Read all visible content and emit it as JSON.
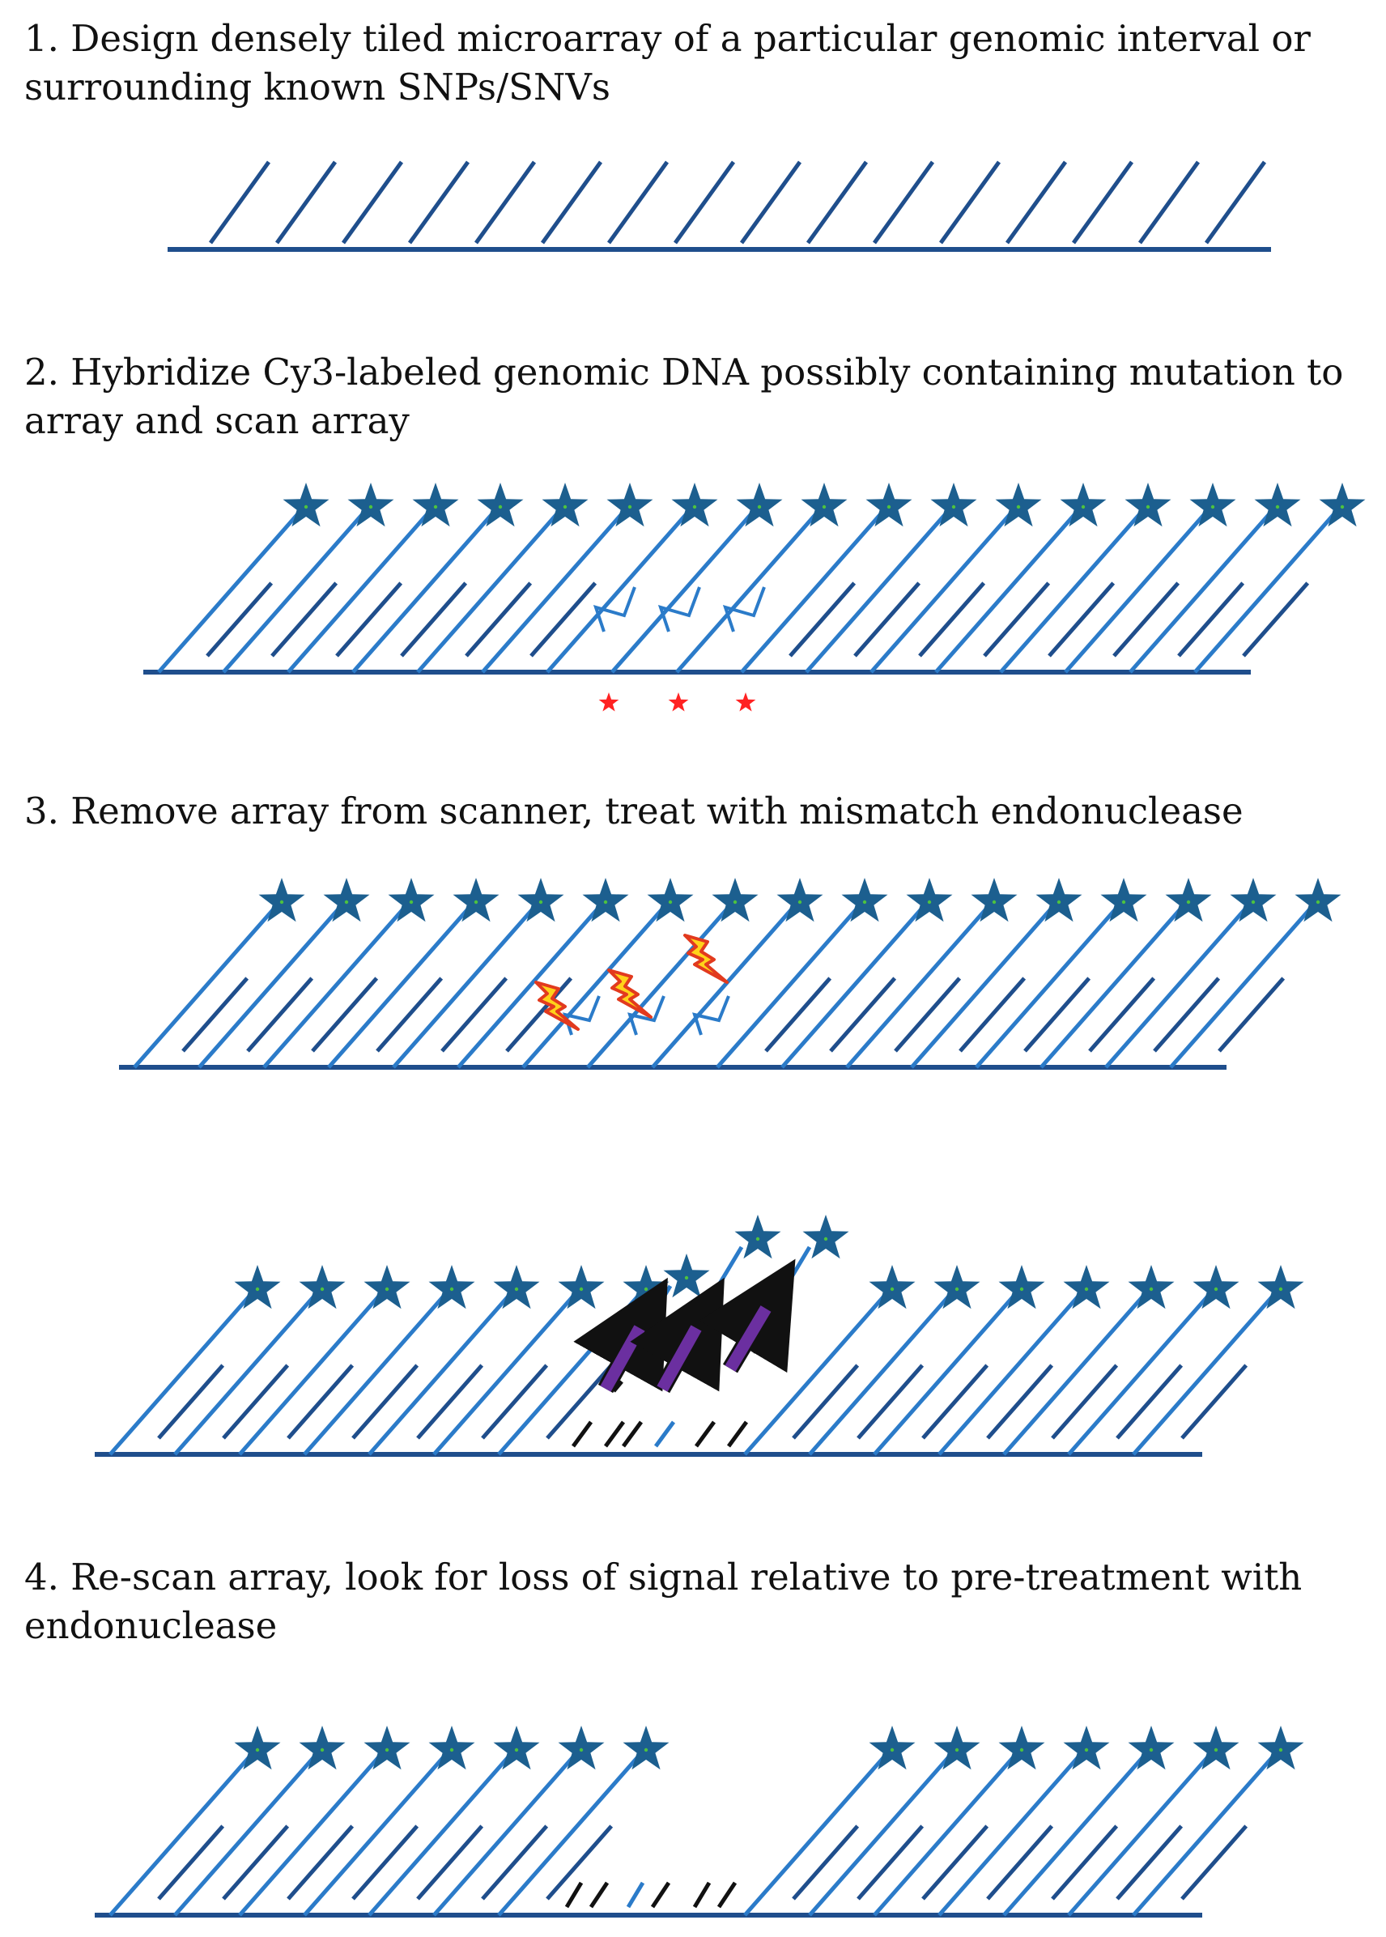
{
  "steps": [
    {
      "number": "1.",
      "text": "Design densely tiled microarray of a particular genomic interval or surrounding known SNPs/SNVs"
    },
    {
      "number": "2.",
      "text": "Hybridize Cy3-labeled genomic DNA possibly containing mutation to array and scan array"
    },
    {
      "number": "3.",
      "text": "Remove array from scanner, treat with mismatch endonuclease"
    },
    {
      "number": "4.",
      "text": "Re-scan array, look for loss of signal relative to pre-treatment with endonuclease"
    }
  ],
  "colors": {
    "probe": "#1f4e8c",
    "target_strand": "#2b7bc9",
    "label_star": "#1c5f8f",
    "label_star_dot": "#4ec23f",
    "mismatch_marker": "#ff2222",
    "cleavage_bolt_fill": "#ffd21a",
    "cleavage_bolt_outline": "#e23a1e",
    "release_arrow": "#6b2fa0",
    "cut_fragment": "#111111",
    "text": "#111111"
  },
  "icons": {
    "label": "cy3-label-star-icon",
    "mismatch": "mismatch-star-icon",
    "endonuclease": "lightning-bolt-icon",
    "release": "release-arrow-icon"
  }
}
